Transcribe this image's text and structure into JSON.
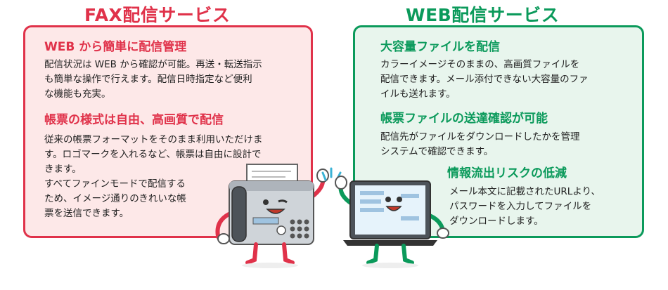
{
  "fax": {
    "title": "FAX配信サービス",
    "sections": [
      {
        "heading": "WEB から簡単に配信管理",
        "lines": [
          "配信状況は WEB から確認が可能。再送・転送指示",
          "も簡単な操作で行えます。配信日時指定など便利",
          "な機能も充実。"
        ]
      },
      {
        "heading": "帳票の様式は自由、高画質で配信",
        "lines": [
          "従来の帳票フォーマットをそのまま利用いただけま",
          "す。ロゴマークを入れるなど、帳票は自由に設計で",
          "きます。",
          "すべてファインモードで配信する",
          "ため、イメージ通りのきれいな帳",
          "票を送信できます。"
        ]
      }
    ]
  },
  "web": {
    "title": "WEB配信サービス",
    "sections": [
      {
        "heading": "大容量ファイルを配信",
        "lines": [
          "カラーイメージそのままの、高画質ファイルを",
          "配信できます。メール添付できない大容量のファ",
          "イルも送れます。"
        ]
      },
      {
        "heading": "帳票ファイルの送達確認が可能",
        "lines": [
          "配信先がファイルをダウンロードしたかを管理",
          "システムで確認できます。"
        ]
      },
      {
        "heading": "情報流出リスクの低減",
        "lines": [
          "メール本文に記載されたURLより、",
          "パスワードを入力してファイルを",
          "ダウンロードします。"
        ]
      }
    ]
  },
  "illustration": {
    "fax_character_icon": "fax-machine-character-icon",
    "laptop_character_icon": "laptop-character-icon",
    "high_five_icon": "high-five-spark-icon",
    "colors": {
      "fax": "#e0324a",
      "web": "#0b9a5b",
      "fax_bg": "#fde8e8",
      "web_bg": "#e8f5ed"
    }
  }
}
